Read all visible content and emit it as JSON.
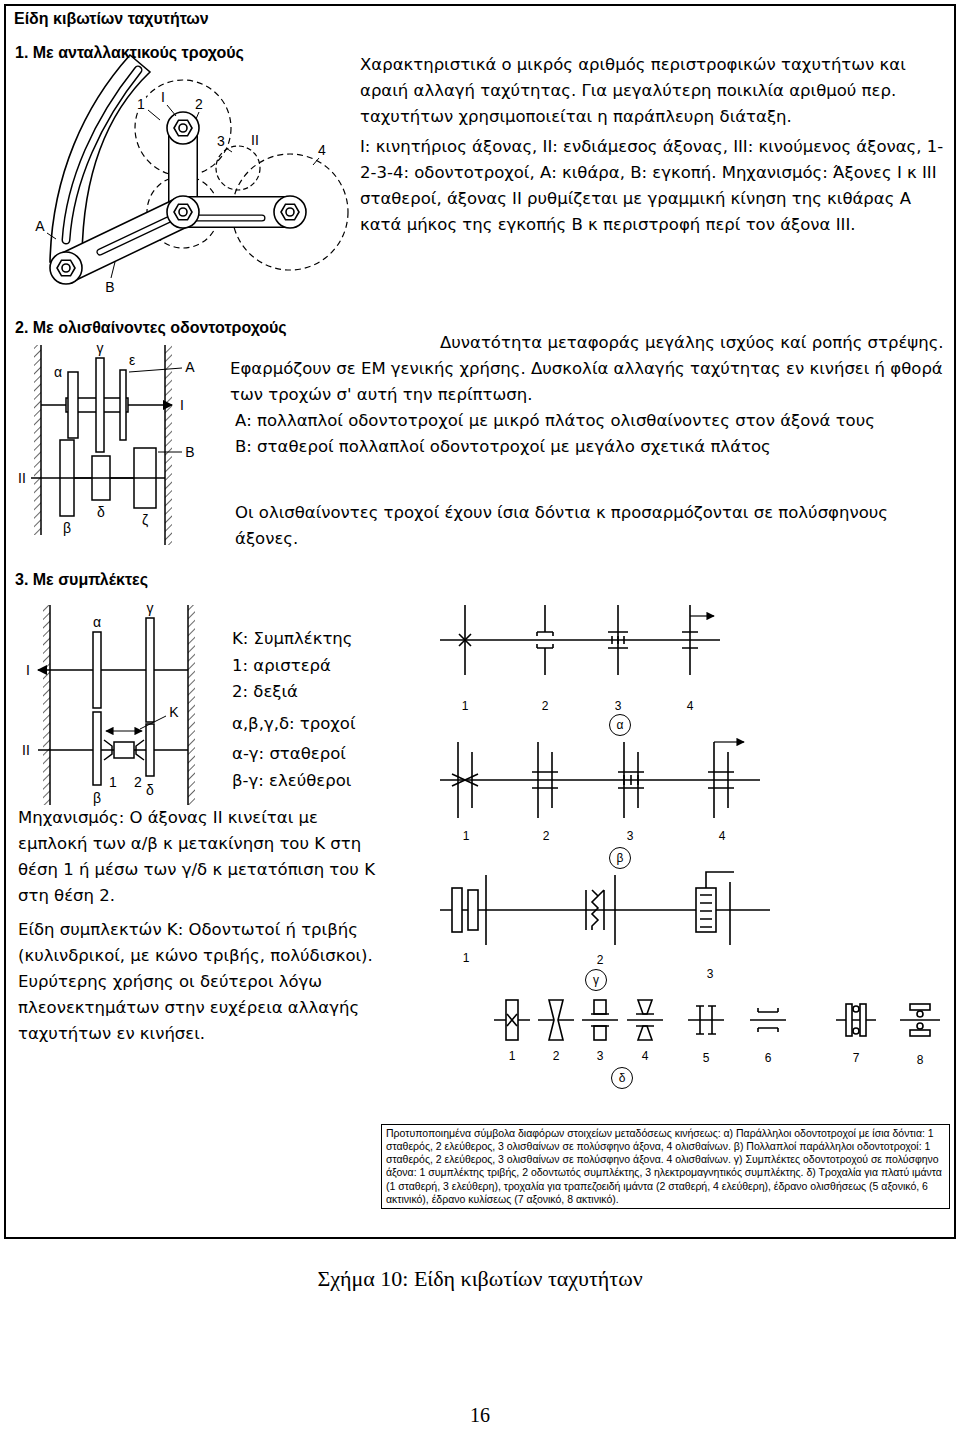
{
  "diagram": {
    "title": "Είδη κιβωτίων ταχυτήτων",
    "caption": "Σχήμα 10: Είδη κιβωτίων ταχυτήτων",
    "nodes": [
      {
        "text": [
          "α"
        ]
      },
      {
        "text": [
          "β"
        ]
      },
      {
        "text": [
          "γ"
        ]
      },
      {
        "text": [
          "δ"
        ]
      },
      {
        "text": [
          "Προτυποποιημένα σύμβολα διαφόρων στοιχείων μεταδόσεως κινήσεως: α) Παράλληλοι οδοντοτροχοί με ίσια δόντια: 1 σταθερός, 2 ελεύθερος, 3 ολισθαίνων σε πολύσφηνο άξονα, 4 ολισθαίνων. β) Πολλαπλοί παράλληλοι οδοντοτροχοί: 1 σταθερός, 2 ελεύθερος, 3 ολισθαίνων σε πολύσφηνο άξονα. 4 ολισθαίνων. γ) Συμπλέκτες οδοντοτροχού σε πολύσφηνο άξονα: 1 συμπλέκτης τριβής, 2 οδοντωτός συμπλέκτης, 3 ηλεκτρομαγνητικός συμπλέκτης. δ) Τροχαλία για πλατύ ιμάντα (1 σταθερή, 3 ελεύθερη), τροχαλία για τραπεζοειδή ιμάντα (2 σταθερή, 4 ελεύθερη), έδρανο ολισθήσεως (5 αξονικό, 6 ακτινικό), έδρανο κυλίσεως (7 αξονικό, 8 ακτινικό)."
        ]
      }
    ],
    "labels": [
      "1. Με ανταλλακτικούς τροχούς",
      "Χαρακτηριστικά ο μικρός αριθμός περιστροφικών ταχυτήτων και αραιή αλλαγή ταχύτητας. Για μεγαλύτερη ποικιλία αριθμού περ. ταχυτήτων χρησιμοποιείται η παράπλευρη διάταξη.",
      "Ι: κινητήριος άξονας, ΙΙ: ενδιάμεσος άξονας, ΙΙΙ: κινούμενος άξονας, 1-2-3-4: οδοντοτροχοί, Α: κιθάρα, Β: εγκοπή. Μηχανισμός: Άξονες Ι κ ΙΙΙ σταθεροί, άξονας ΙΙ ρυθμίζεται με γραμμική κίνηση της κιθάρας Α κατά μήκος της εγκοπής Β κ περιστροφή περί τον άξονα ΙΙΙ.",
      "1",
      "Ι",
      "2",
      "3",
      "ΙΙ",
      "4",
      "Α",
      "Β",
      "2. Με ολισθαίνοντες οδοντοτροχούς",
      "Δυνατότητα μεταφοράς μεγάλης ισχύος καί ροπής στρέψης. Εφαρμόζουν σε ΕΜ γενικής χρήσης. Δυσκολία αλλαγής ταχύτητας εν κινήσει ή φθορά των τροχών σ' αυτή την περίπτωση.",
      "Α: πολλαπλοί οδοντοτροχοί με μικρό πλάτος ολισθαίνοντες στον άξονά τους",
      "Β: σταθεροί πολλαπλοί οδοντοτροχοί με μεγάλο σχετικά πλάτος",
      "Οι ολισθαίνοντες τροχοί έχουν ίσια δόντια κ προσαρμόζονται σε πολύσφηνους άξονες.",
      "γ",
      "ε",
      "α",
      "Α",
      "Ι",
      "Β",
      "ΙΙ",
      "δ",
      "ζ",
      "β",
      "3. Με συμπλέκτες",
      "Κ: Συμπλέκτης",
      "1: αριστερά",
      "2: δεξιά",
      "α,β,γ,δ: τροχοί",
      "α-γ: σταθεροί",
      "β-γ: ελεύθεροι",
      "Μηχανισμός: Ο άξονας ΙΙ κινείται με εμπλοκή των α/β κ μετακίνηση του Κ στη θέση 1 ή μέσω των γ/δ κ μετατόπιση του Κ στη θέση 2.",
      "Είδη συμπλεκτών Κ: Οδοντωτοί ή τριβής (κυλινδρικοί, με κώνο τριβής, πολύδισκοι). Ευρύτερης χρήσης οι δεύτεροι λόγω πλεονεκτημάτων στην ευχέρεια αλλαγής ταχυτήτων εν κινήσει.",
      "α",
      "γ",
      "Ι",
      "Κ",
      "ΙΙ",
      "1",
      "2",
      "β",
      "δ",
      "1",
      "2",
      "3",
      "4",
      "1",
      "2",
      "3",
      "4",
      "1",
      "2",
      "3",
      "1",
      "2",
      "3",
      "4",
      "5",
      "6",
      "7",
      "8",
      "16"
    ]
  }
}
